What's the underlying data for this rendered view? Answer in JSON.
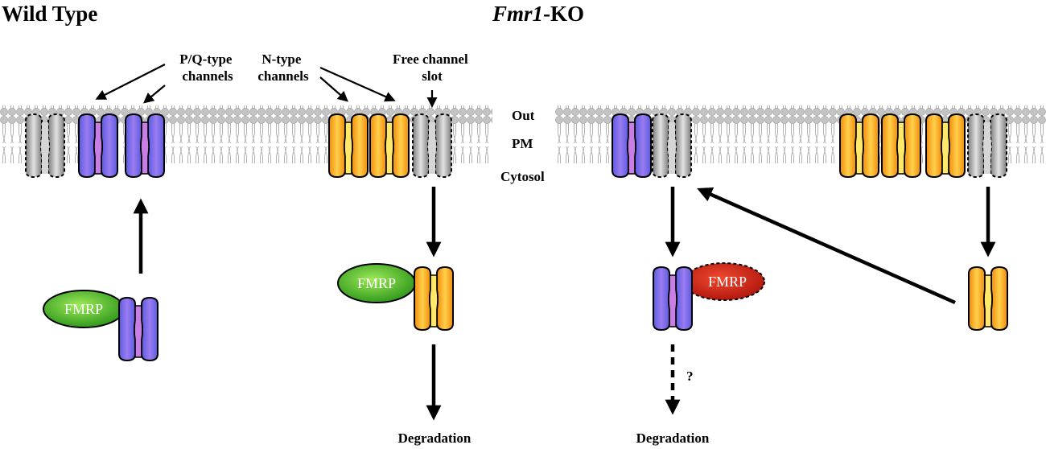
{
  "panels": {
    "wild_type": {
      "title": "Wild Type"
    },
    "fmr1_ko": {
      "title_italic": "Fmr1",
      "title_suffix": "-KO"
    }
  },
  "labels": {
    "pq_channels": [
      "P/Q-type",
      "channels"
    ],
    "n_channels": [
      "N-type",
      "channels"
    ],
    "free_slot": [
      "Free channel",
      "slot"
    ],
    "out": "Out",
    "pm": "PM",
    "cytosol": "Cytosol",
    "degradation_wt": "Degradation",
    "degradation_ko": "Degradation",
    "question": "?"
  },
  "proteins": {
    "fmrp_wt_left": "FMRP",
    "fmrp_wt_right": "FMRP",
    "fmrp_ko": "FMRP"
  },
  "colors": {
    "pq_channel": "#6f6ff2",
    "pq_channel_center": "#d08ae8",
    "n_channel": "#f5a21a",
    "n_channel_center": "#ffe06a",
    "empty_slot": "#9a9a9a",
    "lipid": "#bdbdbd",
    "fmrp_green": "#2fa61e",
    "fmrp_red": "#c21a10"
  }
}
